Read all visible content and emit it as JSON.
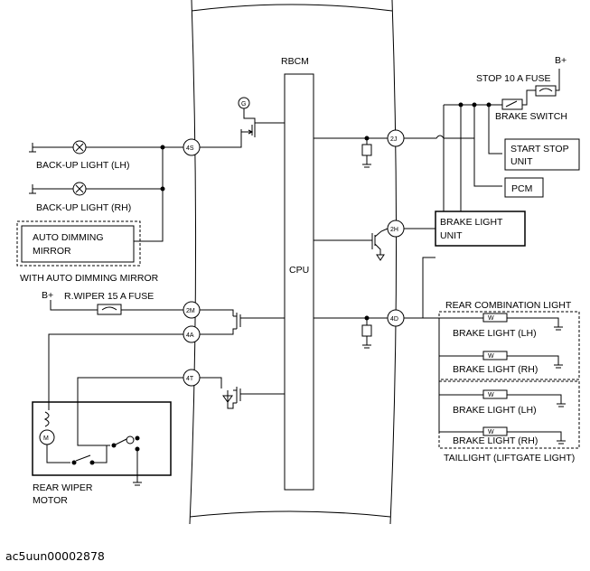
{
  "module": {
    "name": "RBCM",
    "cpu": "CPU"
  },
  "ground_symbol": "G",
  "pins": {
    "4S": "4S",
    "2M": "2M",
    "4A": "4A",
    "4T": "4T",
    "2J": "2J",
    "2H": "2H",
    "4D": "4D"
  },
  "left": {
    "backup_lh": "BACK-UP LIGHT (LH)",
    "backup_rh": "BACK-UP LIGHT (RH)",
    "auto_dimming_line1": "AUTO DIMMING",
    "auto_dimming_line2": "MIRROR",
    "with_auto_dimming": "WITH AUTO DIMMING MIRROR",
    "b_plus": "B+",
    "wiper_fuse": "R.WIPER 15 A FUSE",
    "rear_wiper_line1": "REAR WIPER",
    "rear_wiper_line2": "MOTOR",
    "motor_symbol": "M"
  },
  "right": {
    "b_plus": "B+",
    "stop_fuse": "STOP 10 A FUSE",
    "brake_switch": "BRAKE SWITCH",
    "start_stop_line1": "START STOP",
    "start_stop_line2": "UNIT",
    "pcm": "PCM",
    "brake_light_unit_line1": "BRAKE LIGHT",
    "brake_light_unit_line2": "UNIT",
    "rear_combination": "REAR COMBINATION LIGHT",
    "brake_lh_1": "BRAKE LIGHT (LH)",
    "brake_rh_1": "BRAKE LIGHT (RH)",
    "brake_lh_2": "BRAKE LIGHT (LH)",
    "brake_rh_2": "BRAKE LIGHT (RH)",
    "taillight": "TAILLIGHT (LIFTGATE LIGHT)",
    "led_symbol": "W"
  },
  "caption": "ac5uun00002878"
}
